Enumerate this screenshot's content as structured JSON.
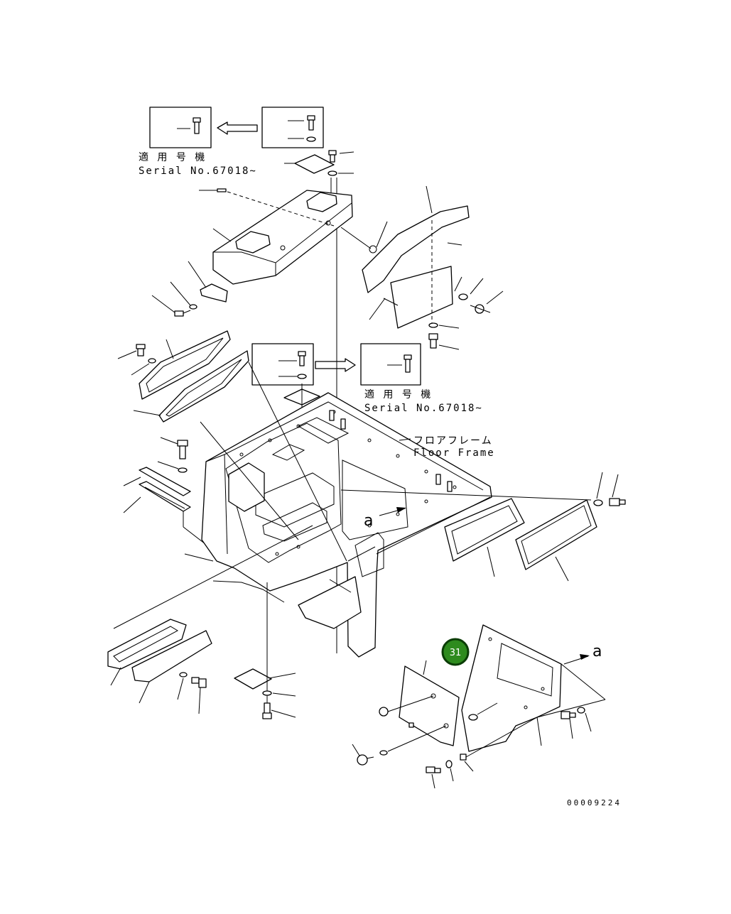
{
  "labels": {
    "serial_jp": "適 用 号 機",
    "serial_no": "Serial No.67018~",
    "floor_frame_jp": "フロアフレーム",
    "floor_frame_en": "Floor Frame",
    "view_letter": "a",
    "drawing_code": "00009224"
  },
  "hotspot": {
    "number": "31",
    "color": "#2e8b1e"
  }
}
